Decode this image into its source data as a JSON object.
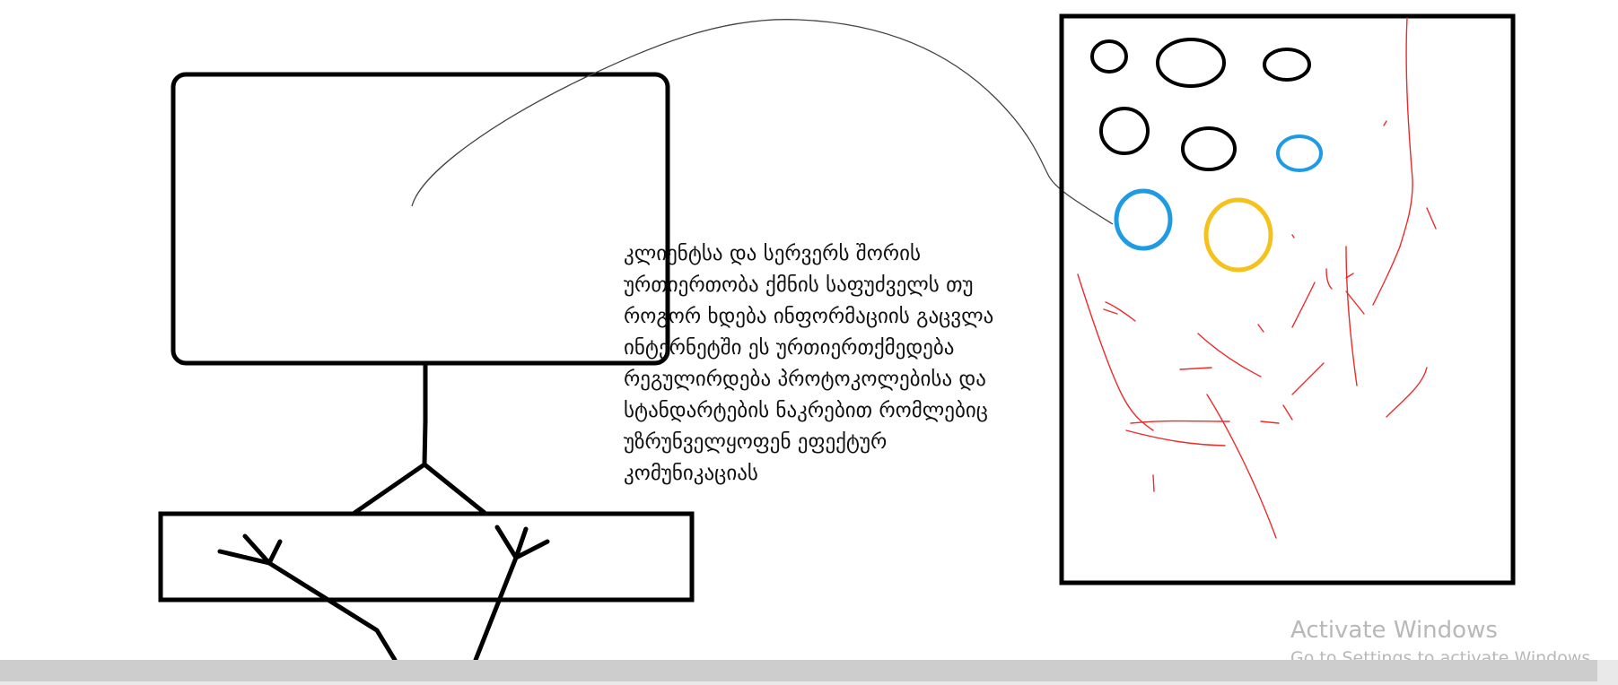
{
  "paragraph": {
    "lines": [
      "კლიენტსა და სერვერს შორის",
      "ურთიერთობა ქმნის საფუძველს თუ",
      "როგორ ხდება ინფორმაციის გაცვლა",
      "ინტერნეტში ეს ურთიერთქმედება",
      "რეგულირდება პროტოკოლებისა და",
      "სტანდარტების ნაკრებით რომლებიც",
      "უზრუნველყოფენ ეფექტურ",
      "კომუნიკაციას"
    ]
  },
  "watermark": {
    "title": "Activate Windows",
    "subtitle": "Go to Settings to activate Windows."
  },
  "colors": {
    "ink": "#000000",
    "pen_gray": "#555555",
    "blue": "#1e9be3",
    "yellow": "#f5c11c",
    "red": "#ed2b2b",
    "watermark": "#b8b8b8",
    "scrollbar": "#cdcdcd"
  },
  "scrollbar": {
    "position": 0.0
  }
}
